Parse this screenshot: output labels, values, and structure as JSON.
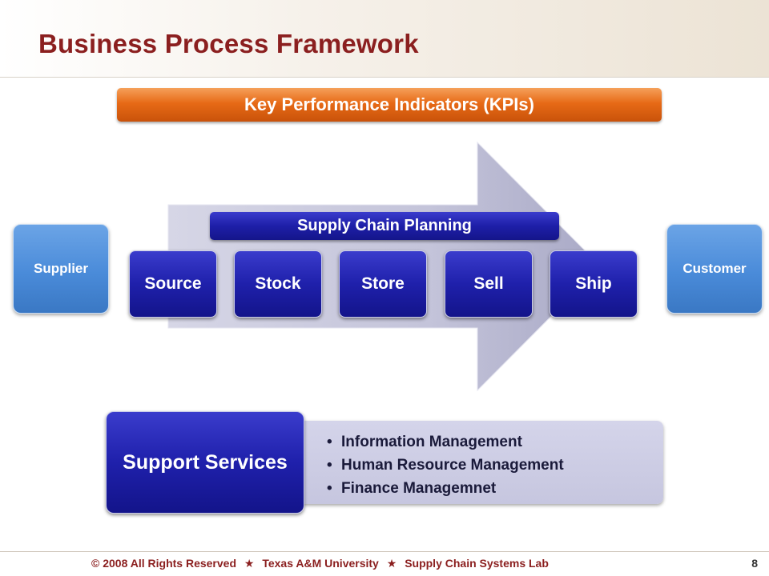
{
  "title": "Business Process Framework",
  "kpi": {
    "label": "Key Performance Indicators (KPIs)"
  },
  "planning": {
    "label": "Supply Chain Planning"
  },
  "steps": [
    {
      "label": "Source"
    },
    {
      "label": "Stock"
    },
    {
      "label": "Store"
    },
    {
      "label": "Sell"
    },
    {
      "label": "Ship"
    }
  ],
  "supplier": {
    "label": "Supplier"
  },
  "customer": {
    "label": "Customer"
  },
  "support": {
    "label": "Support Services",
    "items": [
      "Information Management",
      "Human Resource Management",
      "Finance Managemnet"
    ],
    "bullet": "•"
  },
  "footer": {
    "copyright_symbol": "©",
    "rights": "2008 All Rights Reserved",
    "star": "★",
    "university": "Texas A&M University",
    "lab": "Supply Chain Systems Lab",
    "page": "8"
  },
  "colors": {
    "title": "#8b1f1f",
    "kpi_orange": "#e76a16",
    "process_blue": "#1f20ab",
    "party_blue": "#4a8bd9",
    "arrow_gray": "#c4c4da"
  }
}
